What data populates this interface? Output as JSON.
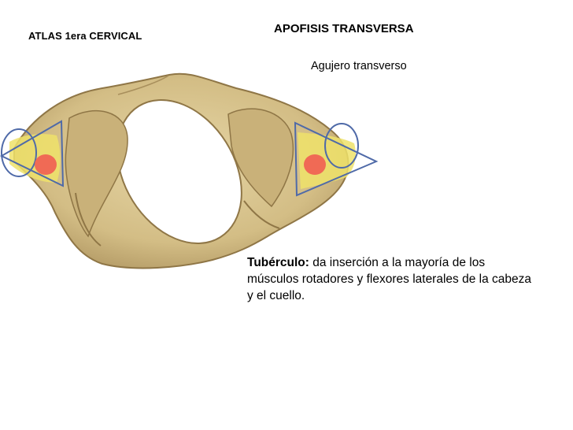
{
  "slide": {
    "title": "ATLAS 1era CERVICAL",
    "section_heading": "APOFISIS TRANSVERSA",
    "subheading": "Agujero transverso"
  },
  "description": {
    "term": "Tubérculo:",
    "text": " da inserción a la mayoría de los músculos rotadores y flexores laterales de la cabeza y el cuello."
  },
  "colors": {
    "bone": "#d9c48f",
    "bone_shadow": "#a88f5c",
    "highlight": "#eee26a",
    "outline": "#4f6aa8",
    "foramen_marker": "#f06a55"
  },
  "icons": {
    "figure": "atlas-vertebra-illustration"
  }
}
